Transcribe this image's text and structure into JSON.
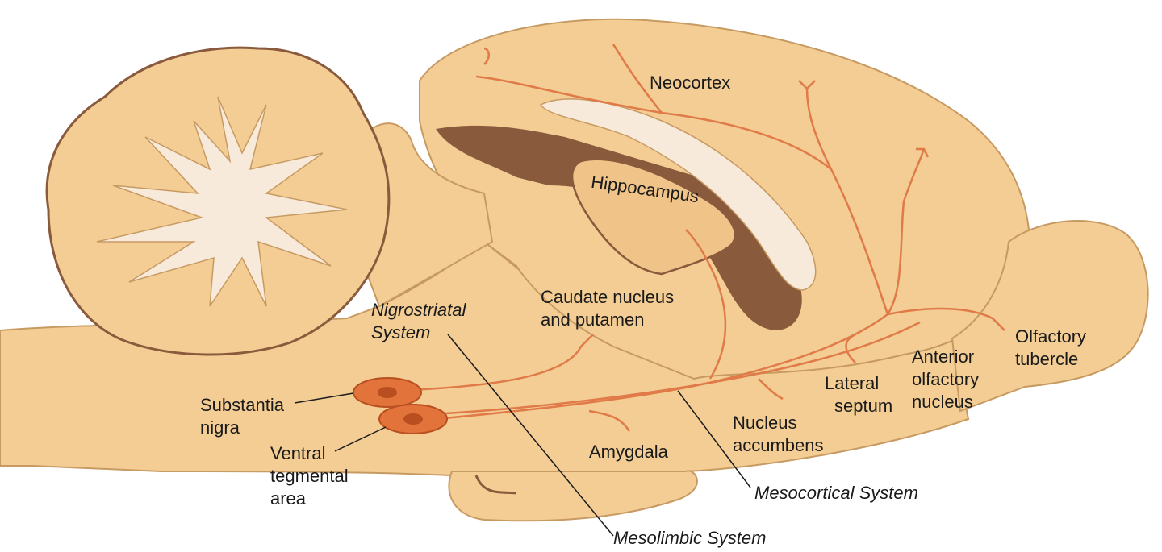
{
  "labels": {
    "neocortex": "Neocortex",
    "hippocampus": "Hippocampus",
    "caudate_line1": "Caudate nucleus",
    "caudate_line2": "and putamen",
    "nigrostriatal_line1": "Nigrostriatal",
    "nigrostriatal_line2": "System",
    "substantia_line1": "Substantia",
    "substantia_line2": "nigra",
    "ventral_line1": "Ventral",
    "ventral_line2": "tegmental",
    "ventral_line3": "area",
    "amygdala": "Amygdala",
    "accumbens_line1": "Nucleus",
    "accumbens_line2": "accumbens",
    "septum_line1": "Lateral",
    "septum_line2": "septum",
    "aon_line1": "Anterior",
    "aon_line2": "olfactory",
    "aon_line3": "nucleus",
    "tubercle_line1": "Olfactory",
    "tubercle_line2": "tubercle",
    "mesocortical": "Mesocortical System",
    "mesolimbic": "Mesolimbic System"
  },
  "colors": {
    "tissue": "#f3cd94",
    "tissue_outline": "#c79a62",
    "ventricle": "#8a5a3c",
    "white_matter": "#f8eadb",
    "pathway": "#e07a48",
    "cell_body": "#e2733a",
    "cell_nucleus": "#b94e20"
  }
}
